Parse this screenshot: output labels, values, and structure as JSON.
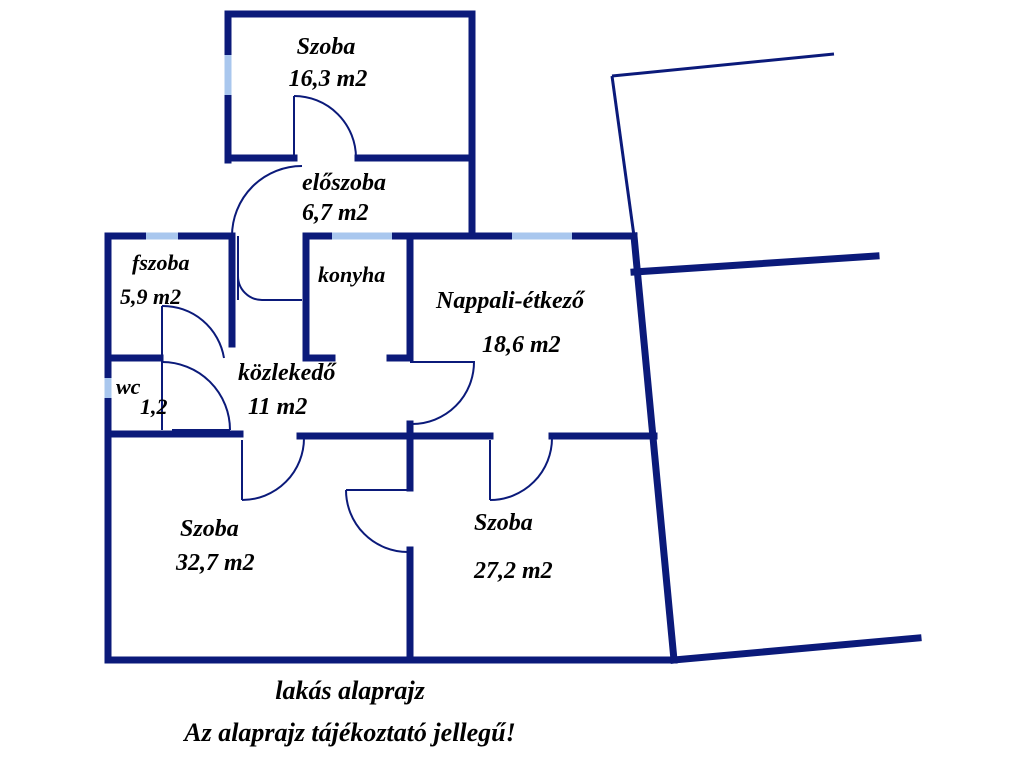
{
  "rooms": {
    "szoba_top": {
      "name": "Szoba",
      "area": "16,3 m2"
    },
    "eloszoba": {
      "name": "előszoba",
      "area": "6,7 m2"
    },
    "fszoba": {
      "name": "fszoba",
      "area": "5,9 m2"
    },
    "konyha": {
      "name": "konyha"
    },
    "nappali": {
      "name": "Nappali-étkező",
      "area": "18,6 m2"
    },
    "wc": {
      "name": "wc",
      "area": "1,2"
    },
    "kozlekedo": {
      "name": "közlekedő",
      "area": "11 m2"
    },
    "szoba_left": {
      "name": "Szoba",
      "area": "32,7 m2"
    },
    "szoba_right": {
      "name": "Szoba",
      "area": "27,2 m2"
    }
  },
  "caption": {
    "line1": "lakás alaprajz",
    "line2": "Az alaprajz tájékoztató jellegű!"
  },
  "colors": {
    "wall": "#0b1a7a",
    "window": "#a9c7ee",
    "background": "#ffffff"
  }
}
